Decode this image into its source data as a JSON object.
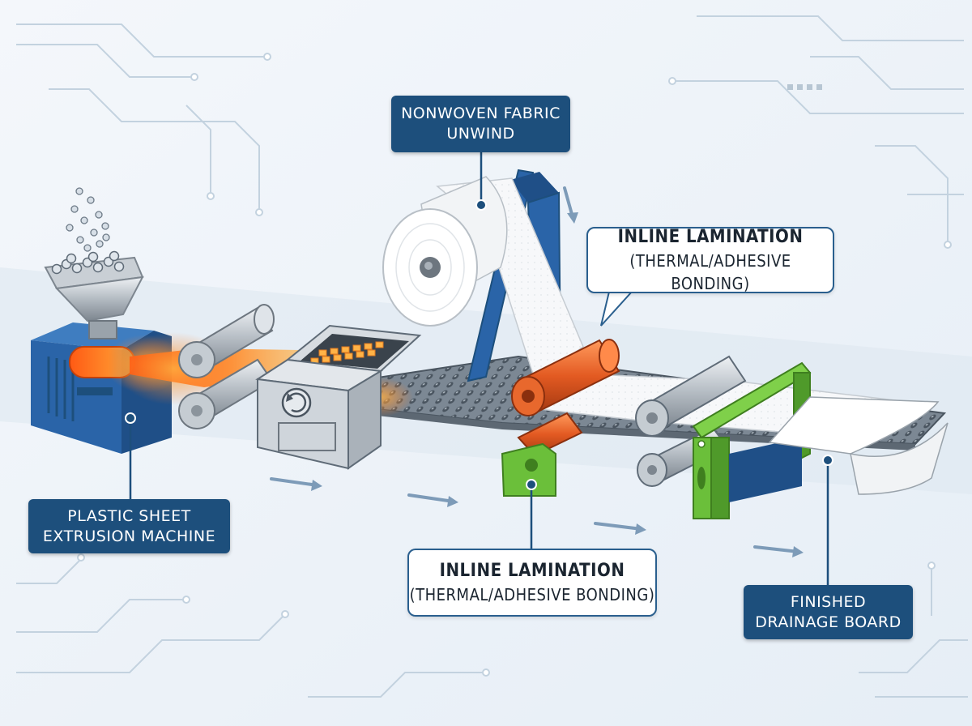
{
  "labels": {
    "nonwoven_unwind": {
      "line1": "NONWOVEN FABRIC",
      "line2": "UNWIND"
    },
    "inline_lamination_top": {
      "line1": "INLINE LAMINATION",
      "line2": "(THERMAL/ADHESIVE BONDING)"
    },
    "inline_lamination_bottom": {
      "line1": "INLINE LAMINATION",
      "line2": "(THERMAL/ADHESIVE BONDING)"
    },
    "plastic_sheet_extrusion": {
      "line1": "PLASTIC SHEET",
      "line2": "EXTRUSION MACHINE"
    },
    "finished_drainage_board": {
      "line1": "FINISHED",
      "line2": "DRAINAGE BOARD"
    }
  },
  "colors": {
    "machine_blue": "#2a64a8",
    "label_navy": "#1d4f7c",
    "molten_orange": "#f26a1b",
    "lamination_roller": "#e35a22",
    "frame_green": "#6bbf3a",
    "steel_gray": "#b8bfc6",
    "background": "#eef3f8",
    "circuit_lines": "#c3d2df"
  },
  "icons": [
    "pellet-granules-icon",
    "flow-direction-arrow-icon",
    "control-dial-icon"
  ]
}
